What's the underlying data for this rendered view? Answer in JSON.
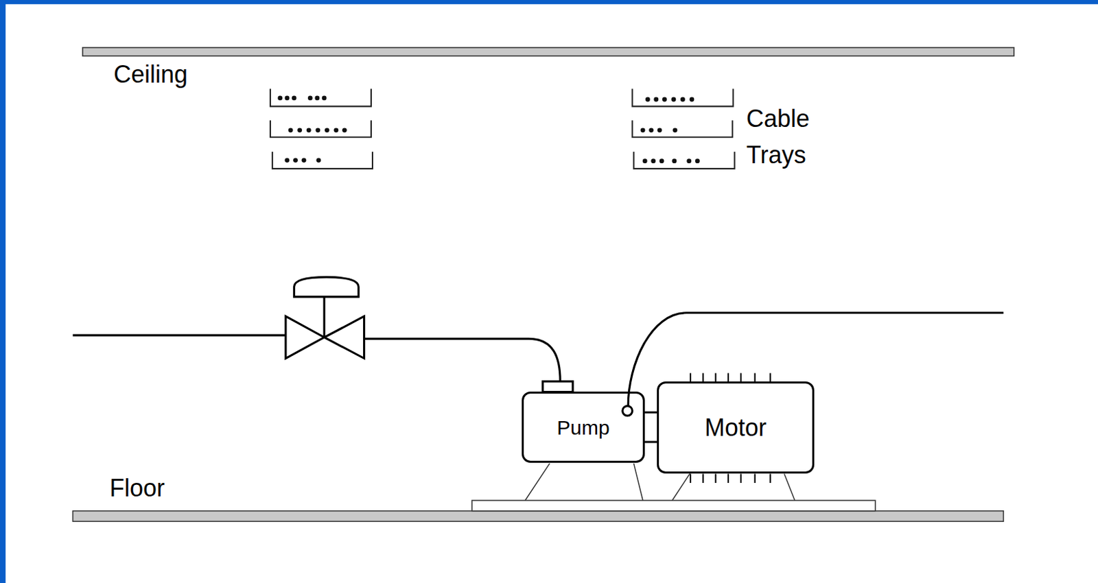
{
  "diagram": {
    "nodes": [
      {
        "text": [
          "Pump"
        ]
      },
      {
        "text": [
          "Motor"
        ]
      }
    ],
    "edges": [
      {
        "from": 0,
        "to": 1,
        "arrow": "none"
      }
    ],
    "labels": [
      "Ceiling",
      "Cable Trays",
      "Floor"
    ]
  }
}
